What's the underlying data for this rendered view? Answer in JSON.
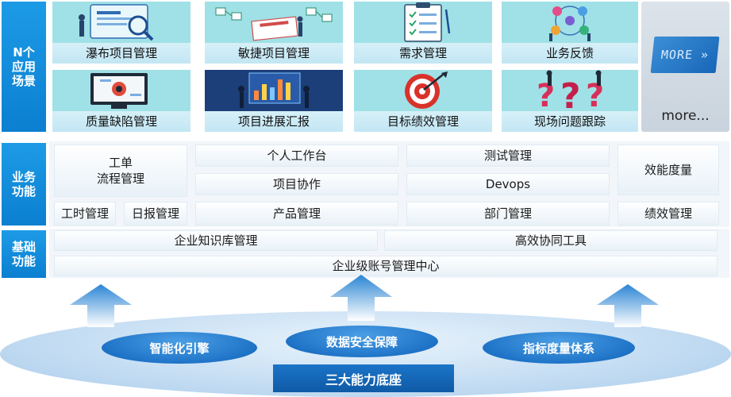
{
  "scenarios": {
    "label": "N个\n应用\n场景",
    "tiles": [
      {
        "label": "瀑布项目管理",
        "art": "waterfall-magnifier-icon"
      },
      {
        "label": "敏捷项目管理",
        "art": "agile-board-icon"
      },
      {
        "label": "需求管理",
        "art": "clipboard-checklist-icon"
      },
      {
        "label": "业务反馈",
        "art": "feedback-network-icon"
      },
      {
        "label": "质量缺陷管理",
        "art": "bug-monitor-icon"
      },
      {
        "label": "项目进展汇报",
        "art": "progress-dashboard-icon"
      },
      {
        "label": "目标绩效管理",
        "art": "target-dart-icon"
      },
      {
        "label": "现场问题跟踪",
        "art": "question-marks-icon"
      }
    ],
    "more_badge": "MORE »",
    "more_label": "more..."
  },
  "business": {
    "label": "业务\n功能",
    "ticket_flow": "工单\n流程管理",
    "timesheet": "工时管理",
    "daily_report": "日报管理",
    "workbench": "个人工作台",
    "collaboration": "项目协作",
    "product": "产品管理",
    "testing": "测试管理",
    "devops": "Devops",
    "department": "部门管理",
    "efficiency": "效能度量",
    "performance": "绩效管理"
  },
  "basic": {
    "label": "基础\n功能",
    "knowledge_base": "企业知识库管理",
    "collab_tools": "高效协同工具",
    "account_center": "企业级账号管理中心"
  },
  "foundation": {
    "smart_engine": "智能化引擎",
    "data_security": "数据安全保障",
    "metrics_system": "指标度量体系",
    "title": "三大能力底座"
  },
  "colors": {
    "accent": "#1d9be6",
    "tile_bg": "#9fe1e6",
    "foundation_blue": "#1f74c8"
  }
}
